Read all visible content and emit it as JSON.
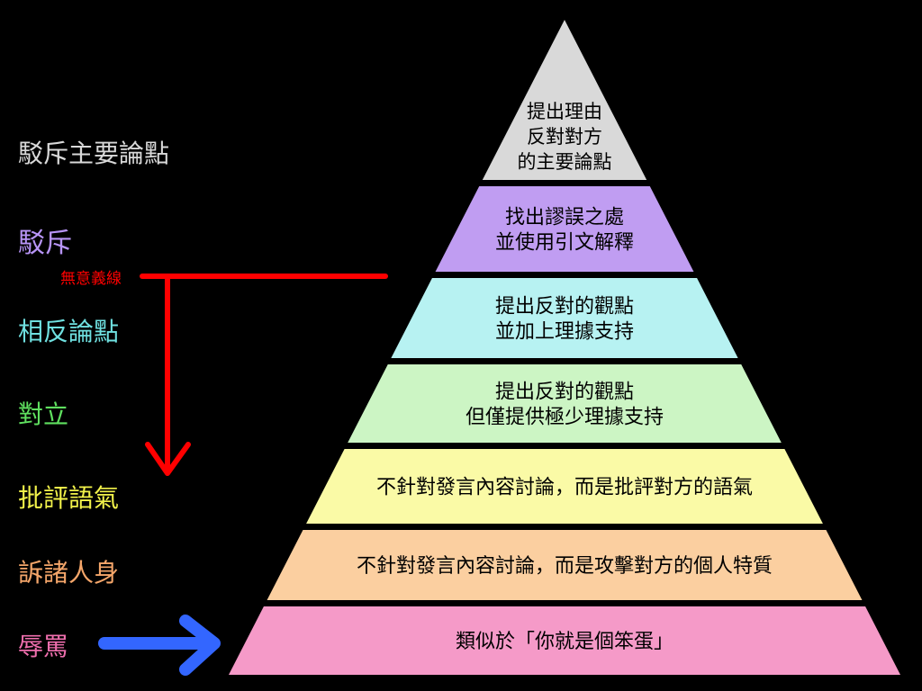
{
  "levels": [
    {
      "label": "駁斥主要論點",
      "label_color": "#d9d9d9",
      "tier_color": "#d9d9d9",
      "tier_lines": [
        "提出理由",
        "反對對方",
        "的主要論點"
      ]
    },
    {
      "label": "駁斥",
      "label_color": "#b794f6",
      "tier_color": "#c09df2",
      "tier_lines": [
        "找出謬誤之處",
        "並使用引文解釋"
      ]
    },
    {
      "label": "相反論點",
      "label_color": "#6fe0e0",
      "tier_color": "#b7f2f2",
      "tier_lines": [
        "提出反對的觀點",
        "並加上理據支持"
      ]
    },
    {
      "label": "對立",
      "label_color": "#5fe05f",
      "tier_color": "#ccf5c4",
      "tier_lines": [
        "提出反對的觀點",
        "但僅提供極少理據支持"
      ]
    },
    {
      "label": "批評語氣",
      "label_color": "#f2f24a",
      "tier_color": "#fafaa6",
      "tier_lines": [
        "不針對發言內容討論，而是批評對方的語氣"
      ]
    },
    {
      "label": "訴諸人身",
      "label_color": "#f5a66a",
      "tier_color": "#fbcfa0",
      "tier_lines": [
        "不針對發言內容討論，而是攻擊對方的個人特質"
      ]
    },
    {
      "label": "辱罵",
      "label_color": "#f06fae",
      "tier_color": "#f59ac8",
      "tier_lines": [
        "類似於「你就是個笨蛋」"
      ]
    }
  ],
  "nonsense_line_label": "無意義線",
  "colors": {
    "background": "#000000",
    "red_arrow": "#ff0000",
    "blue_arrow": "#3366ff"
  }
}
